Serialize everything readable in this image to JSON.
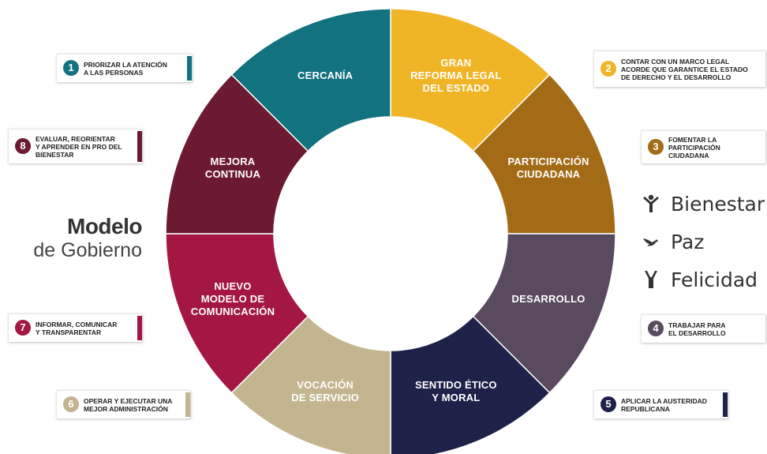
{
  "title": {
    "line1": "Modelo",
    "line2": "de Gobierno"
  },
  "segments": [
    {
      "label": "CERCANÍA",
      "color": "#127280"
    },
    {
      "label": "GRAN\nREFORMA LEGAL\nDEL ESTADO",
      "color": "#f0b527"
    },
    {
      "label": "PARTICIPACIÓN\nCIUDADANA",
      "color": "#a46b17"
    },
    {
      "label": "DESARROLLO",
      "color": "#5a4a5f"
    },
    {
      "label": "SENTIDO ÉTICO\nY MORAL",
      "color": "#1e2249"
    },
    {
      "label": "VOCACIÓN\nDE SERVICIO",
      "color": "#c3b590"
    },
    {
      "label": "NUEVO\nMODELO DE\nCOMUNICACIÓN",
      "color": "#a31742"
    },
    {
      "label": "MEJORA\nCONTINUA",
      "color": "#6b1a31"
    }
  ],
  "callouts": [
    {
      "number": "1",
      "text": "PRIORIZAR LA ATENCIÓN\nA LAS PERSONAS",
      "color": "#127280"
    },
    {
      "number": "2",
      "text": "CONTAR CON UN MARCO LEGAL\nACORDE QUE GARANTICE EL ESTADO\nDE DERECHO Y EL DESARROLLO",
      "color": "#f0b527"
    },
    {
      "number": "3",
      "text": "FOMENTAR LA\nPARTICIPACIÓN\nCIUDADANA",
      "color": "#a46b17"
    },
    {
      "number": "4",
      "text": "TRABAJAR PARA\nEL DESARROLLO",
      "color": "#5a4a5f"
    },
    {
      "number": "5",
      "text": "APLICAR LA AUSTERIDAD\nREPUBLICANA",
      "color": "#1e2249"
    },
    {
      "number": "6",
      "text": "OPERAR Y EJECUTAR UNA\nMEJOR ADMINISTRACIÓN",
      "color": "#c3b590"
    },
    {
      "number": "7",
      "text": "INFORMAR, COMUNICAR\nY TRANSPARENTAR",
      "color": "#a31742"
    },
    {
      "number": "8",
      "text": "EVALUAR, REORIENTAR\nY APRENDER EN PRO DEL\nBIENESTAR",
      "color": "#6b1a31"
    }
  ],
  "values": [
    {
      "label": "Bienestar",
      "icon": "person-arms-up-icon"
    },
    {
      "label": "Paz",
      "icon": "dove-icon"
    },
    {
      "label": "Felicidad",
      "icon": "person-celebrating-icon"
    }
  ],
  "icon_color": "#333333"
}
